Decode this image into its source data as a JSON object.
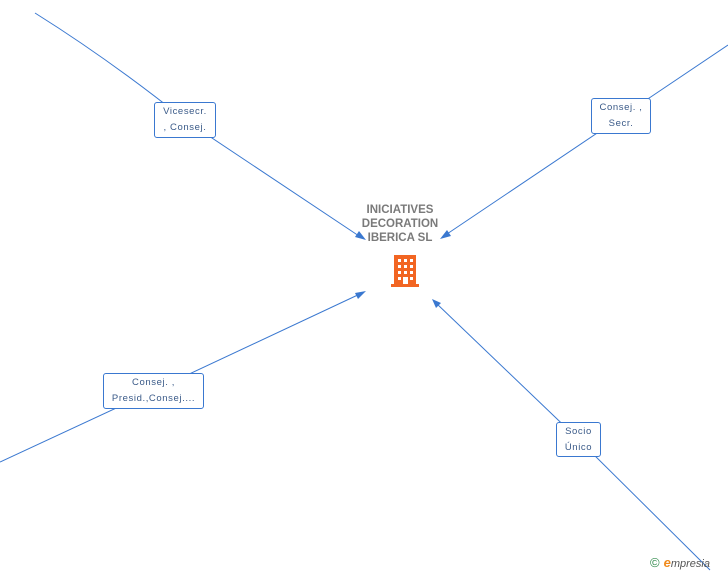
{
  "company": {
    "name_lines": [
      "INICIATIVES",
      "DECORATION",
      "IBERICA SL"
    ]
  },
  "roles": {
    "top_left": [
      "Vicesecr.",
      ", Consej."
    ],
    "top_right": [
      "Consej. ,",
      "Secr."
    ],
    "bottom_left": [
      "Consej. ,",
      "Presid.,Consej...."
    ],
    "bottom_right": [
      "Socio",
      "Único"
    ]
  },
  "brand": {
    "copyright": "©",
    "e": "e",
    "rest": "mpresia"
  },
  "colors": {
    "edge": "#3a78d0",
    "company_label": "#7a7a7a",
    "building_icon": "#f26522"
  }
}
